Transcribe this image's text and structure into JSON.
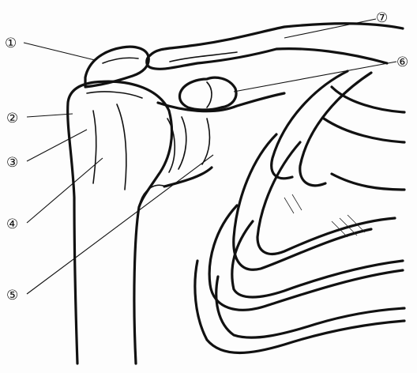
{
  "colors": {
    "line": "#111111",
    "paper": "#fdfdfd"
  },
  "labels": [
    {
      "id": "1",
      "text": "①"
    },
    {
      "id": "2",
      "text": "②"
    },
    {
      "id": "3",
      "text": "③"
    },
    {
      "id": "4",
      "text": "④"
    },
    {
      "id": "5",
      "text": "⑤"
    },
    {
      "id": "6",
      "text": "⑥"
    },
    {
      "id": "7",
      "text": "⑦"
    }
  ]
}
